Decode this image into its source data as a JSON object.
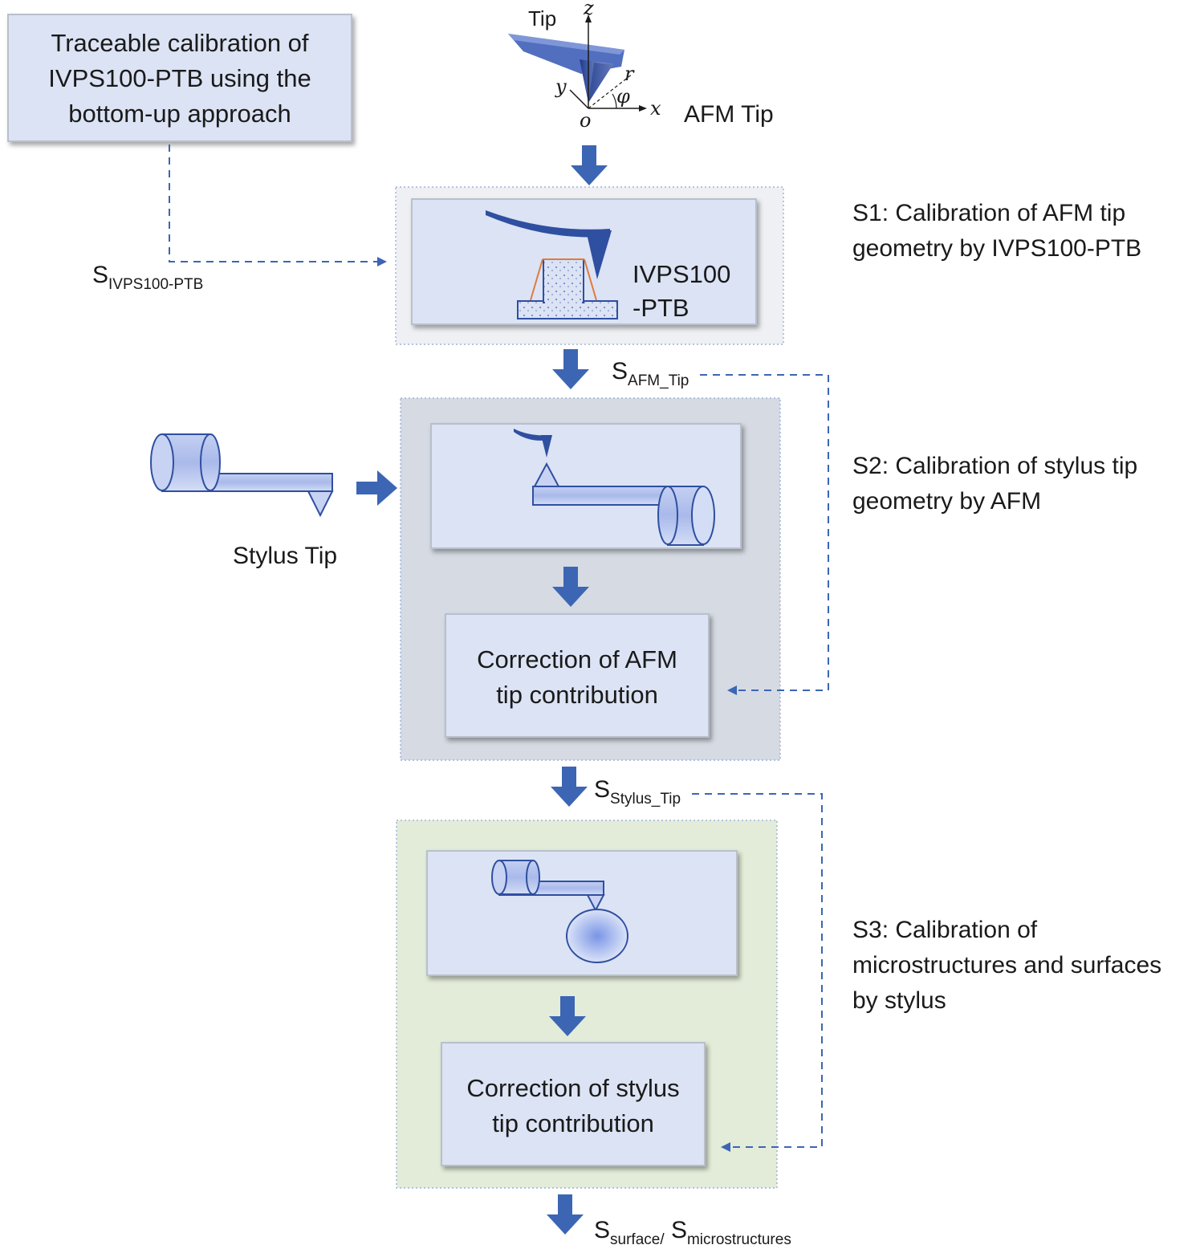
{
  "source_box": {
    "lines": [
      "Traceable calibration  of",
      "IVPS100-PTB using the",
      "bottom-up approach"
    ]
  },
  "afm_tip": {
    "tip_label": "Tip",
    "axes": {
      "z": "z",
      "y": "y",
      "x": "x",
      "r": "r",
      "phi": "φ",
      "o": "o"
    },
    "caption": "AFM Tip"
  },
  "signals": {
    "ivps": {
      "base": "S",
      "sub": "IVPS100-PTB"
    },
    "afm_tip": {
      "base": "S",
      "sub": "AFM_Tip"
    },
    "stylus_tip": {
      "base": "S",
      "sub": "Stylus_Tip"
    },
    "output": {
      "base1": "S",
      "sub1": "surface/",
      "base2": " S",
      "sub2": "microstructures"
    }
  },
  "stage1": {
    "sample_label": [
      "IVPS100",
      "-PTB"
    ],
    "description": [
      "S1: Calibration of AFM tip",
      "geometry by IVPS100-PTB"
    ]
  },
  "stage2": {
    "input_label": "Stylus Tip",
    "correction_box": [
      "Correction of AFM",
      "tip contribution"
    ],
    "description": [
      "S2: Calibration of stylus tip",
      "geometry by AFM"
    ]
  },
  "stage3": {
    "correction_box": [
      "Correction of stylus",
      "tip contribution"
    ],
    "description": [
      "S3: Calibration of",
      "microstructures and surfaces",
      "by stylus"
    ]
  },
  "colors": {
    "box_fill": "#dbe3f4",
    "box_border": "#b8c0cc",
    "arrow": "#3c66b4",
    "dash": "#3c66b4",
    "stage1_bg": "#eef0f4",
    "stage2_bg": "#d5dae3",
    "stage3_bg": "#e3ecd9",
    "stage_border": "#9fb4d8",
    "tip_dark": "#2f4fa0"
  }
}
